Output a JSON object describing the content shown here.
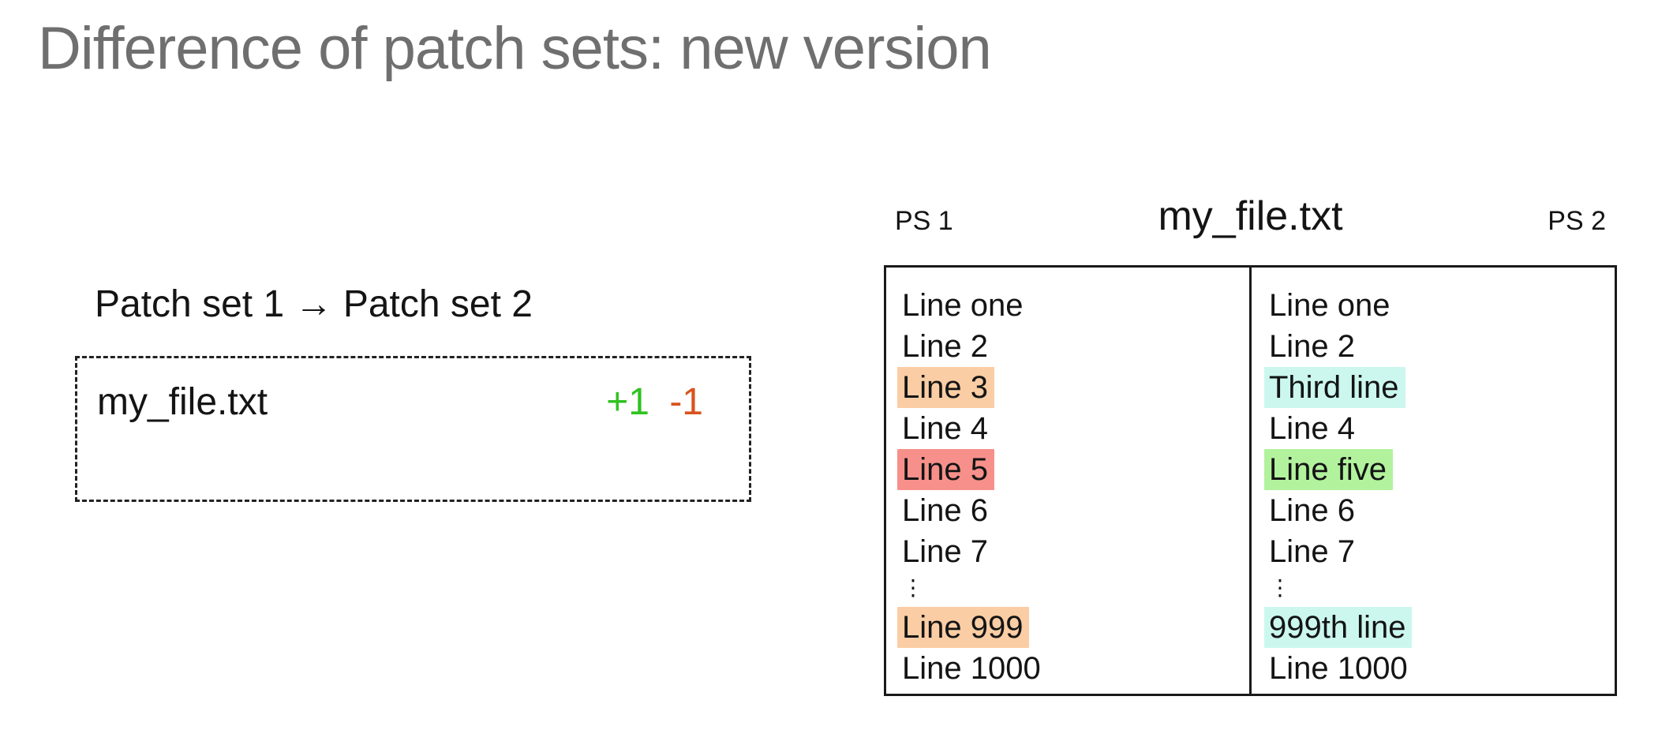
{
  "page": {
    "title": "Difference of patch sets: new version"
  },
  "summary_panel": {
    "heading": "Patch set 1 → Patch set 2",
    "file": {
      "name": "my_file.txt",
      "added": "+1",
      "removed": "-1"
    }
  },
  "diff_panel": {
    "left_label": "PS 1",
    "file_title": "my_file.txt",
    "right_label": "PS 2",
    "left_lines": [
      {
        "text": "Line one",
        "highlight": "none"
      },
      {
        "text": "Line 2",
        "highlight": "none"
      },
      {
        "text": "Line 3",
        "highlight": "changed"
      },
      {
        "text": "Line 4",
        "highlight": "none"
      },
      {
        "text": "Line 5",
        "highlight": "removed"
      },
      {
        "text": "Line 6",
        "highlight": "none"
      },
      {
        "text": "Line 7",
        "highlight": "none"
      },
      {
        "text": "⋮",
        "highlight": "ellipsis"
      },
      {
        "text": "Line 999",
        "highlight": "changed"
      },
      {
        "text": "Line 1000",
        "highlight": "none"
      }
    ],
    "right_lines": [
      {
        "text": "Line one",
        "highlight": "none"
      },
      {
        "text": "Line 2",
        "highlight": "none"
      },
      {
        "text": "Third line",
        "highlight": "changed-new"
      },
      {
        "text": "Line 4",
        "highlight": "none"
      },
      {
        "text": "Line five",
        "highlight": "added"
      },
      {
        "text": "Line 6",
        "highlight": "none"
      },
      {
        "text": "Line 7",
        "highlight": "none"
      },
      {
        "text": "⋮",
        "highlight": "ellipsis"
      },
      {
        "text": "999th line",
        "highlight": "changed-new"
      },
      {
        "text": "Line 1000",
        "highlight": "none"
      }
    ]
  },
  "colors": {
    "title_gray": "#6f6f6f",
    "text_black": "#141414",
    "added_green": "#30c221",
    "removed_red": "#d8531f",
    "highlight_peach": "#fbcda4",
    "highlight_salmon": "#f7908a",
    "highlight_cyan": "#cbf7ef",
    "highlight_green": "#b2f29d"
  }
}
